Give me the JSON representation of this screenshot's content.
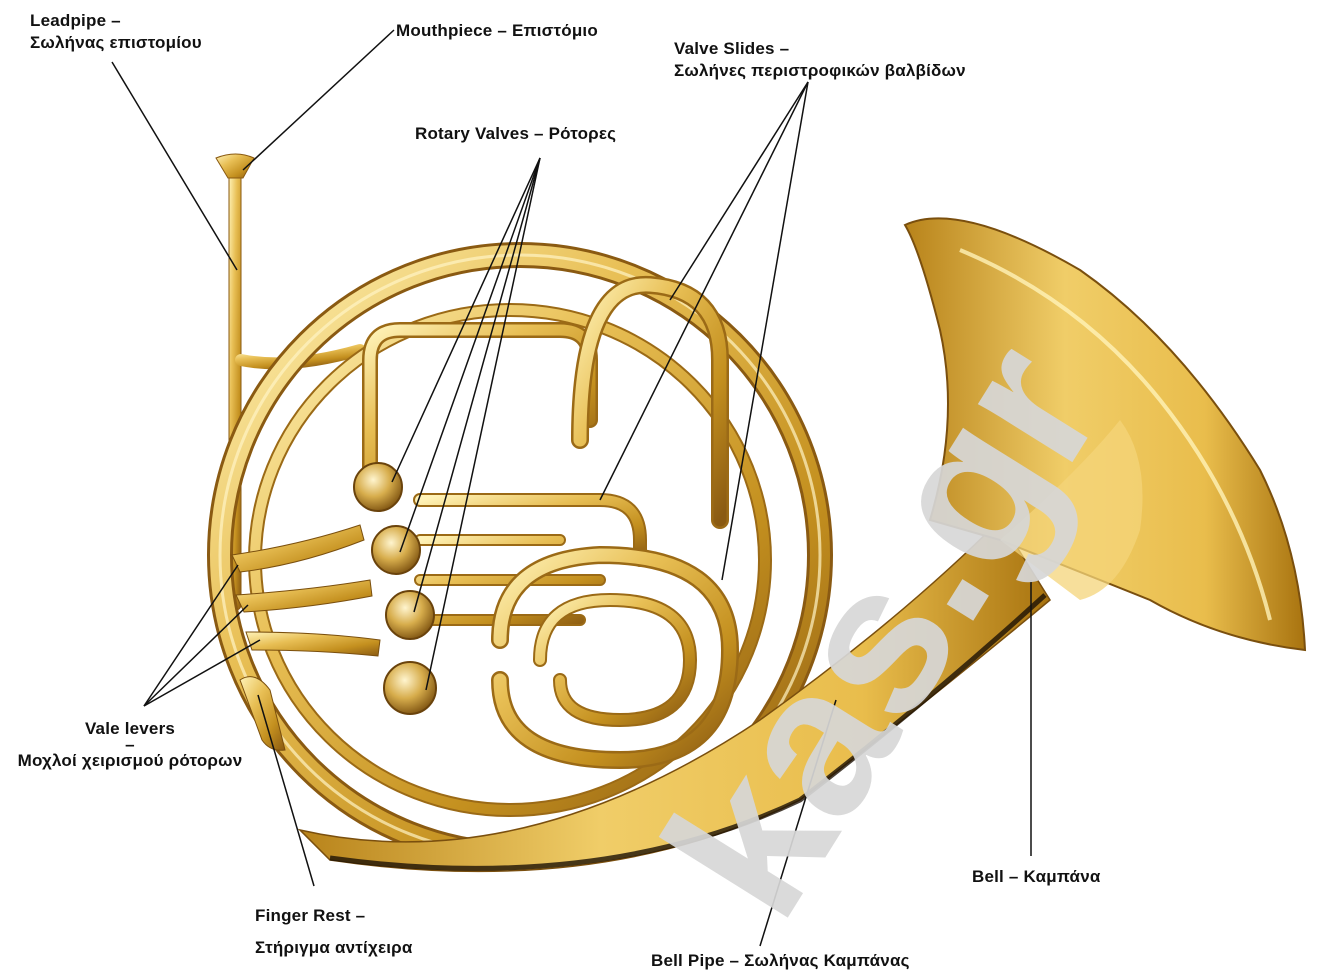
{
  "labels": {
    "leadpipe": {
      "en": "Leadpipe –",
      "gr": "Σωλήνας επιστομίου"
    },
    "mouthpiece": {
      "text": "Mouthpiece – Επιστόμιο"
    },
    "valve_slides": {
      "en": "Valve Slides –",
      "gr": "Σωλήνες περιστροφικών βαλβίδων"
    },
    "rotary_valves": {
      "text": "Rotary Valves – Ρότορες"
    },
    "vale_levers": {
      "en": "Vale levers",
      "dash": "–",
      "gr": "Μοχλοί χειρισμού ρότορων"
    },
    "finger_rest": {
      "en": "Finger Rest –",
      "gr": "Στήριγμα αντίχειρα"
    },
    "bell": {
      "text": "Bell – Καμπάνα"
    },
    "bell_pipe": {
      "text": "Bell Pipe – Σωλήνας Καμπάνας"
    }
  },
  "colors": {
    "brass_light": "#f6df8a",
    "brass_mid": "#d9a93a",
    "brass_dark": "#8a5a12",
    "watermark": "#d7d7d7",
    "leader_line": "#111111"
  },
  "watermark": {
    "text": "kas.gr"
  }
}
